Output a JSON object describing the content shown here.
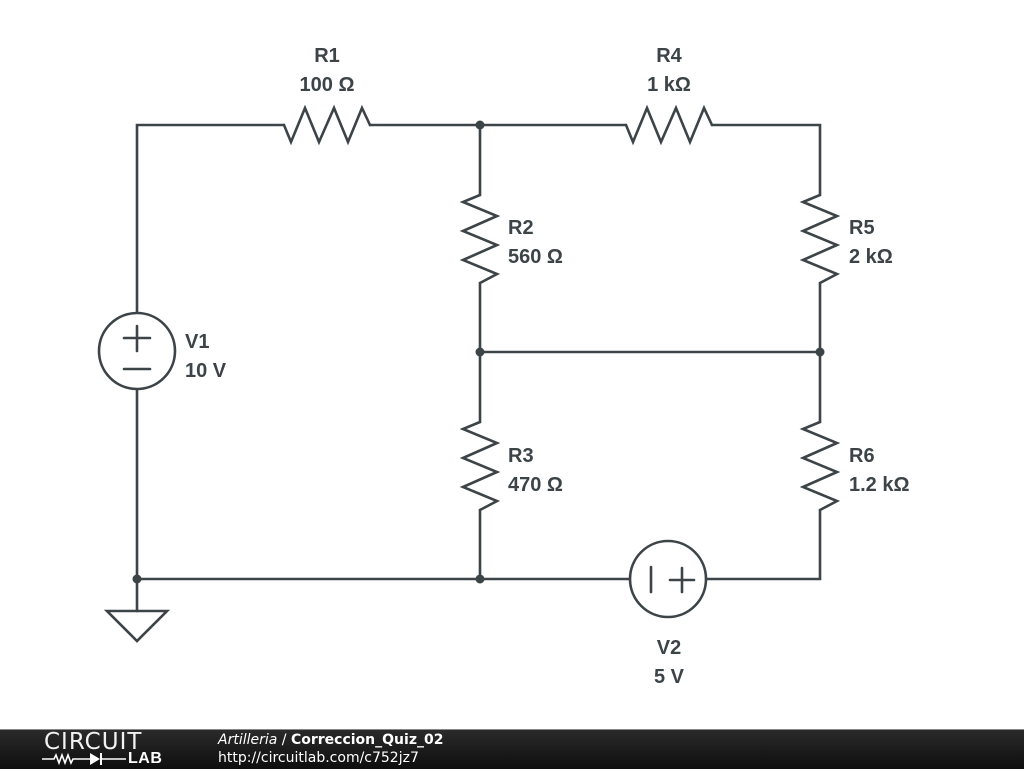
{
  "components": {
    "R1": {
      "name": "R1",
      "value": "100 Ω"
    },
    "R2": {
      "name": "R2",
      "value": "560 Ω"
    },
    "R3": {
      "name": "R3",
      "value": "470 Ω"
    },
    "R4": {
      "name": "R4",
      "value": "1 kΩ"
    },
    "R5": {
      "name": "R5",
      "value": "2 kΩ"
    },
    "R6": {
      "name": "R6",
      "value": "1.2 kΩ"
    },
    "V1": {
      "name": "V1",
      "value": "10 V"
    },
    "V2": {
      "name": "V2",
      "value": "5 V"
    }
  },
  "footer": {
    "logo_top": "CIRCUIT",
    "logo_bottom": "LAB",
    "author": "Artilleria",
    "separator": " / ",
    "title": "Correccion_Quiz_02",
    "url": "http://circuitlab.com/c752jz7"
  },
  "colors": {
    "ink": "#3c4448",
    "footer_bg": "#1a1a1a"
  }
}
